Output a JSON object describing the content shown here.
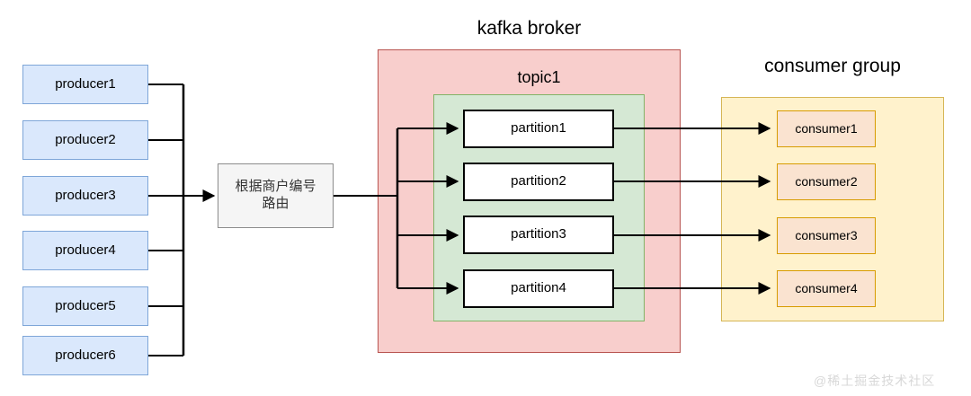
{
  "diagram": {
    "title": "Kafka producer-broker-consumer routing diagram",
    "watermark": "@稀土掘金技术社区",
    "colors": {
      "producer_fill": "#dae8fc",
      "producer_stroke": "#7ea6d8",
      "router_fill": "#f5f5f5",
      "router_stroke": "#8c8c8c",
      "broker_fill": "#f8cecc",
      "broker_stroke": "#b85450",
      "topic_fill": "#d5e8d4",
      "topic_stroke": "#82b366",
      "partition_fill": "#ffffff",
      "partition_stroke": "#000000",
      "group_fill": "#fff2cc",
      "group_stroke": "#d6b656",
      "consumer_fill": "#fae3d0",
      "consumer_stroke": "#d79b00",
      "edge_stroke": "#000000",
      "watermark_color": "#d8d8d8"
    }
  },
  "producers": {
    "items": [
      {
        "label": "producer1"
      },
      {
        "label": "producer2"
      },
      {
        "label": "producer3"
      },
      {
        "label": "producer4"
      },
      {
        "label": "producer5"
      },
      {
        "label": "producer6"
      }
    ]
  },
  "router": {
    "line1": "根据商户编号",
    "line2": "路由"
  },
  "broker": {
    "title": "kafka broker",
    "topic": {
      "title": "topic1",
      "partitions": [
        {
          "label": "partition1"
        },
        {
          "label": "partition2"
        },
        {
          "label": "partition3"
        },
        {
          "label": "partition4"
        }
      ]
    }
  },
  "consumer_group": {
    "title": "consumer group",
    "items": [
      {
        "label": "consumer1"
      },
      {
        "label": "consumer2"
      },
      {
        "label": "consumer3"
      },
      {
        "label": "consumer4"
      }
    ]
  }
}
